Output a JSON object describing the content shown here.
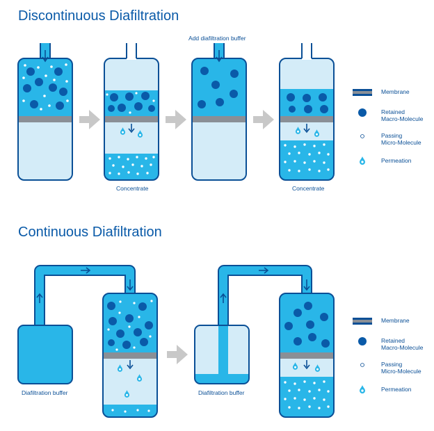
{
  "discontinuous": {
    "title": "Discontinuous Diafiltration",
    "add_buffer_label": "Add diafiltration buffer",
    "concentrate_label_1": "Concentrate",
    "concentrate_label_2": "Concentrate"
  },
  "continuous": {
    "title": "Continuous Diafiltration",
    "buffer_label_1": "Diafiltration buffer",
    "buffer_label_2": "Diafiltration buffer"
  },
  "legend_top": {
    "membrane": "Membrane",
    "retained_line1": "Retained",
    "retained_line2": "Macro-Molecule",
    "passing_line1": "Passing",
    "passing_line2": "Micro-Molecule",
    "permeation": "Permeation"
  },
  "legend_bottom": {
    "membrane": "Membrane",
    "retained_line1": "Retained",
    "retained_line2": "Macro-Molecule",
    "passing_line1": "Passing",
    "passing_line2": "Micro-Molecule",
    "permeation": "Permeation"
  },
  "colors": {
    "vessel_outline": "#0a4f96",
    "liquid_bright": "#29b6e8",
    "liquid_light": "#d4ecf8",
    "membrane_gray": "#8a8f96",
    "retained_molecule": "#0a5aa8",
    "arrow_gray": "#c8c8c8",
    "title_blue": "#0a5aa8"
  },
  "icons": [
    "retained-molecule-icon",
    "passing-molecule-icon",
    "permeation-drop-icon",
    "process-arrow-icon",
    "flow-arrow-icon"
  ]
}
